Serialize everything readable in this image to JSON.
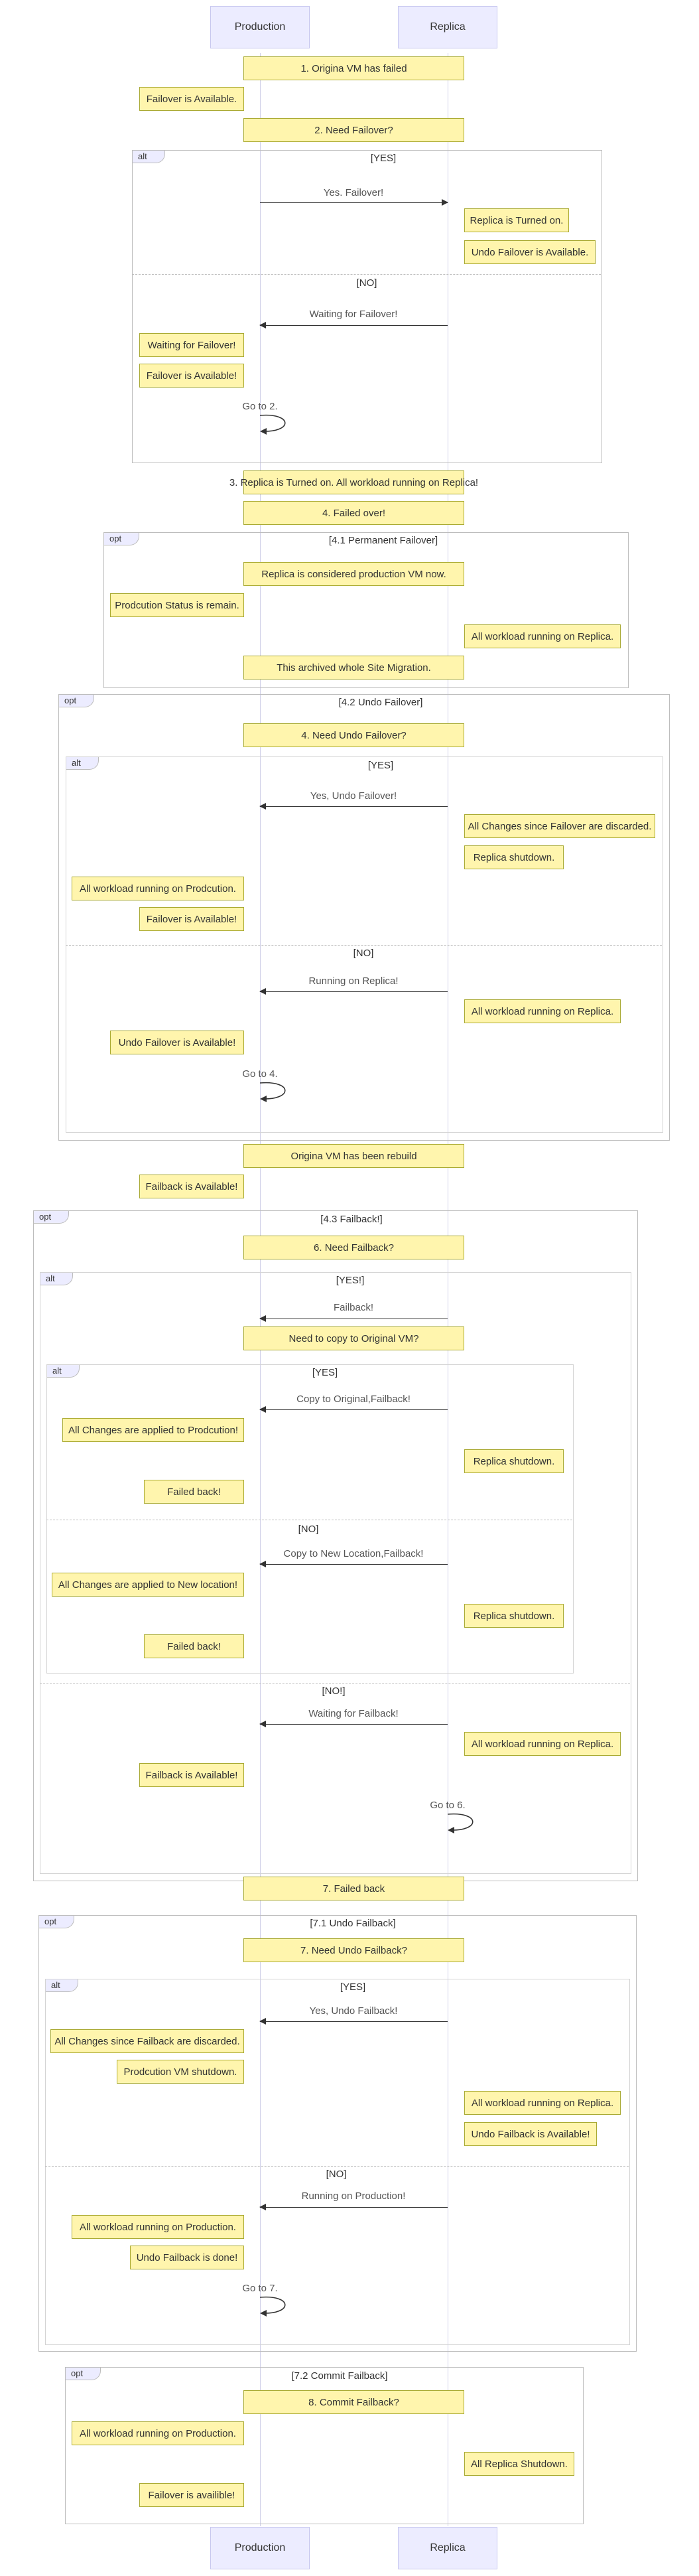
{
  "actors": {
    "production": "Production",
    "replica": "Replica"
  },
  "notes": {
    "n1": "1. Origina VM has failed",
    "n2": "Failover is Available.",
    "n3": "2. Need Failover?",
    "n4": "Replica is Turned on.",
    "n5": "Undo Failover is Available.",
    "n6": "Waiting for Failover!",
    "n7": "Failover is Available!",
    "n8": "3. Replica is Turned on. All workload running on Replica!",
    "n9": "4. Failed over!",
    "n10": "Replica is considered production VM now.",
    "n11": "Prodcution Status is remain.",
    "n12": "All workload running on Replica.",
    "n13": "This archived whole Site Migration.",
    "n14": "4. Need Undo Failover?",
    "n15": "All Changes since Failover are discarded.",
    "n16": "Replica shutdown.",
    "n17": "All workload running on Prodcution.",
    "n18": "Failover is Available!",
    "n19": "All workload running on Replica.",
    "n20": "Undo Failover is Available!",
    "n21": "Origina VM has been rebuild",
    "n22": "Failback is Available!",
    "n23": "6. Need Failback?",
    "n24": "Need to copy to Original VM?",
    "n25": "All Changes are applied to Prodcution!",
    "n26": "Replica shutdown.",
    "n27": "Failed back!",
    "n28": "All Changes are applied to New location!",
    "n29": "Replica shutdown.",
    "n30": "Failed back!",
    "n31": "All workload running on Replica.",
    "n32": "Failback is Available!",
    "n33": "7. Failed back",
    "n34": "7. Need Undo Failback?",
    "n35": "All Changes since Failback are discarded.",
    "n36": "Prodcution VM shutdown.",
    "n37": "All workload running on Replica.",
    "n38": "Undo Failback is Available!",
    "n39": "All workload running on Production.",
    "n40": "Undo Failback is done!",
    "n41": "8. Commit Failback?",
    "n42": "All workload running on Production.",
    "n43": "All Replica Shutdown.",
    "n44": "Failover is availible!"
  },
  "messages": {
    "m1": "Yes. Failover!",
    "m2": "Waiting for Failover!",
    "m3": "Go to 2.",
    "m4": "Yes, Undo Failover!",
    "m5": "Running on Replica!",
    "m6": "Go to 4.",
    "m7": "Failback!",
    "m8": "Copy to Original,Failback!",
    "m9": "Copy to New Location,Failback!",
    "m10": "Waiting for Failback!",
    "m11": "Go to 6.",
    "m12": "Yes, Undo Failback!",
    "m13": "Running on Production!",
    "m14": "Go to 7."
  },
  "operators": {
    "alt": "alt",
    "opt": "opt",
    "f1": {
      "g1": "[YES]",
      "g2": "[NO]"
    },
    "f2": "[4.1 Permanent Failover]",
    "f3": "[4.2 Undo Failover]",
    "f4": {
      "g1": "[YES]",
      "g2": "[NO]"
    },
    "f5": "[4.3 Failback!]",
    "f6": {
      "g1": "[YES!]",
      "g2": "[NO!]"
    },
    "f7": {
      "g1": "[YES]",
      "g2": "[NO]"
    },
    "f8": "[7.1 Undo Failback]",
    "f9": {
      "g1": "[YES]",
      "g2": "[NO]"
    },
    "f10": "[7.2 Commit Failback]"
  }
}
